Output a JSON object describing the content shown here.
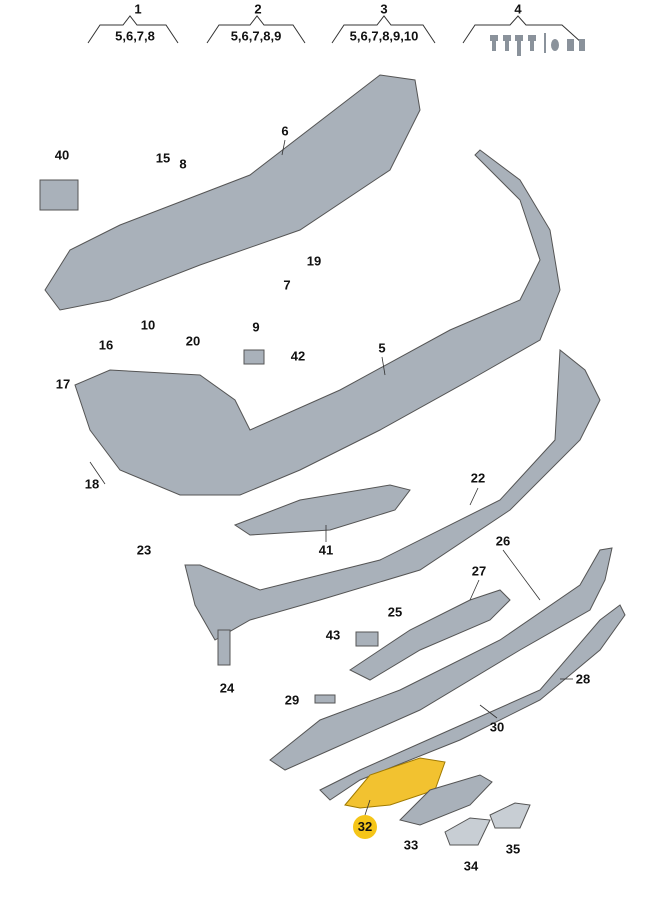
{
  "groups": [
    {
      "number": "1",
      "contents": "5,6,7,8"
    },
    {
      "number": "2",
      "contents": "5,6,7,8,9"
    },
    {
      "number": "3",
      "contents": "5,6,7,8,9,10"
    },
    {
      "number": "4",
      "contents": ""
    }
  ],
  "callouts": {
    "p40": "40",
    "p15": "15",
    "p8": "8",
    "p6": "6",
    "p19": "19",
    "p7": "7",
    "p10": "10",
    "p9": "9",
    "p16": "16",
    "p20": "20",
    "p42": "42",
    "p5": "5",
    "p17": "17",
    "p18": "18",
    "p22": "22",
    "p41": "41",
    "p23": "23",
    "p26": "26",
    "p27": "27",
    "p25": "25",
    "p43": "43",
    "p24": "24",
    "p29": "29",
    "p28": "28",
    "p30": "30",
    "p32": "32",
    "p33": "33",
    "p34": "34",
    "p35": "35"
  },
  "highlight_color": "#f5c518",
  "part_color": "#a9b1ba"
}
